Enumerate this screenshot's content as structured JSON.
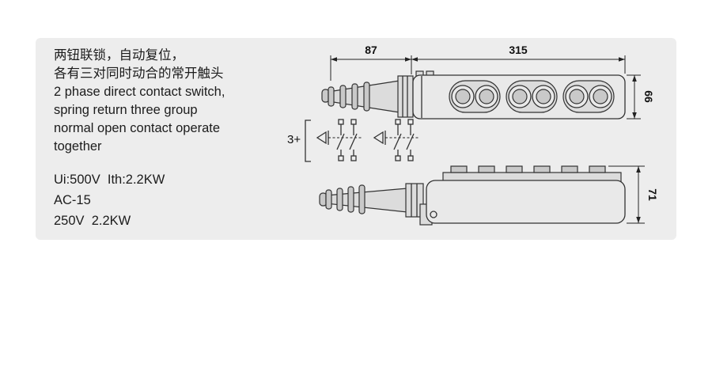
{
  "panel": {
    "background": "#ededed"
  },
  "description": {
    "lines": [
      "两钮联锁，自动复位，",
      "各有三对同时动合的常开触头",
      "2 phase direct contact switch,",
      "spring return three group",
      "normal open contact operate",
      "together"
    ]
  },
  "specs": {
    "lines": [
      "Ui:500V  Ith:2.2KW",
      "AC-15",
      "250V  2.2KW"
    ]
  },
  "circuit": {
    "label": "3+"
  },
  "dimensions": {
    "top_gland_length_mm": "87",
    "top_body_length_mm": "315",
    "top_body_height_mm": "66",
    "side_body_height_mm": "71"
  }
}
